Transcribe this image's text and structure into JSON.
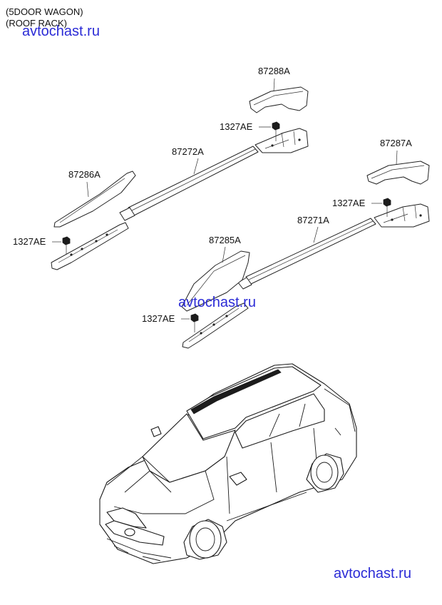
{
  "header": {
    "line1": "(5DOOR WAGON)",
    "line2": "(ROOF RACK)"
  },
  "watermarks": {
    "top": "avtochast.ru",
    "middle": "avtochast.ru",
    "bottom": "avtochast.ru",
    "color": "#2b2bd6"
  },
  "parts": {
    "front_cover_right": "87288A",
    "bolt_upper_right": "1327AE",
    "rail_right": "87272A",
    "front_cover_left": "87286A",
    "bolt_left": "1327AE",
    "rear_cover_right": "87287A",
    "bolt_lower_right": "1327AE",
    "rail_left": "87271A",
    "rear_cover_left": "87285A",
    "bolt_lower_left": "1327AE"
  }
}
